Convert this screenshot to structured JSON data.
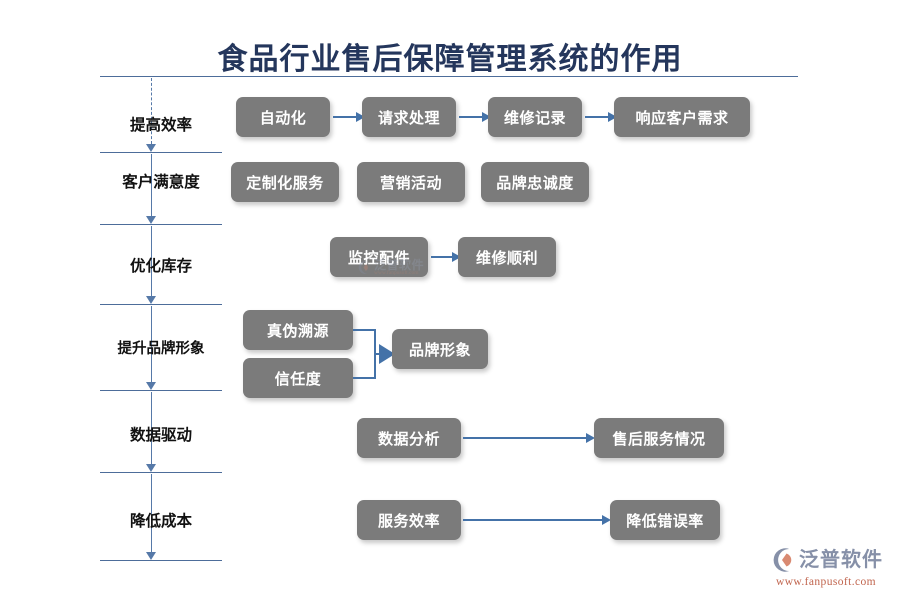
{
  "title": "食品行业售后保障管理系统的作用",
  "diagram": {
    "type": "flowchart",
    "orientation": "vertical-stages-with-horizontal-flows",
    "colors": {
      "title": "#24365c",
      "rule": "#4d6d9a",
      "node_fill": "#7b7b7b",
      "node_text": "#ffffff",
      "arrow": "#4472a8",
      "label_text": "#111111"
    },
    "stages": [
      {
        "label": "提高效率",
        "nodes": [
          "自动化",
          "请求处理",
          "维修记录",
          "响应客户需求"
        ],
        "connector": "chain-arrows"
      },
      {
        "label": "客户满意度",
        "nodes": [
          "定制化服务",
          "营销活动",
          "品牌忠诚度"
        ],
        "connector": "none"
      },
      {
        "label": "优化库存",
        "nodes": [
          "监控配件",
          "维修顺利"
        ],
        "connector": "chain-arrows"
      },
      {
        "label": "提升品牌形象",
        "nodes": [
          "真伪溯源",
          "信任度",
          "品牌形象"
        ],
        "connector": "merge-into-last"
      },
      {
        "label": "数据驱动",
        "nodes": [
          "数据分析",
          "售后服务情况"
        ],
        "connector": "long-arrow"
      },
      {
        "label": "降低成本",
        "nodes": [
          "服务效率",
          "降低错误率"
        ],
        "connector": "long-arrow"
      }
    ]
  },
  "logo": {
    "name": "泛普软件",
    "url": "www.fanpusoft.com"
  }
}
